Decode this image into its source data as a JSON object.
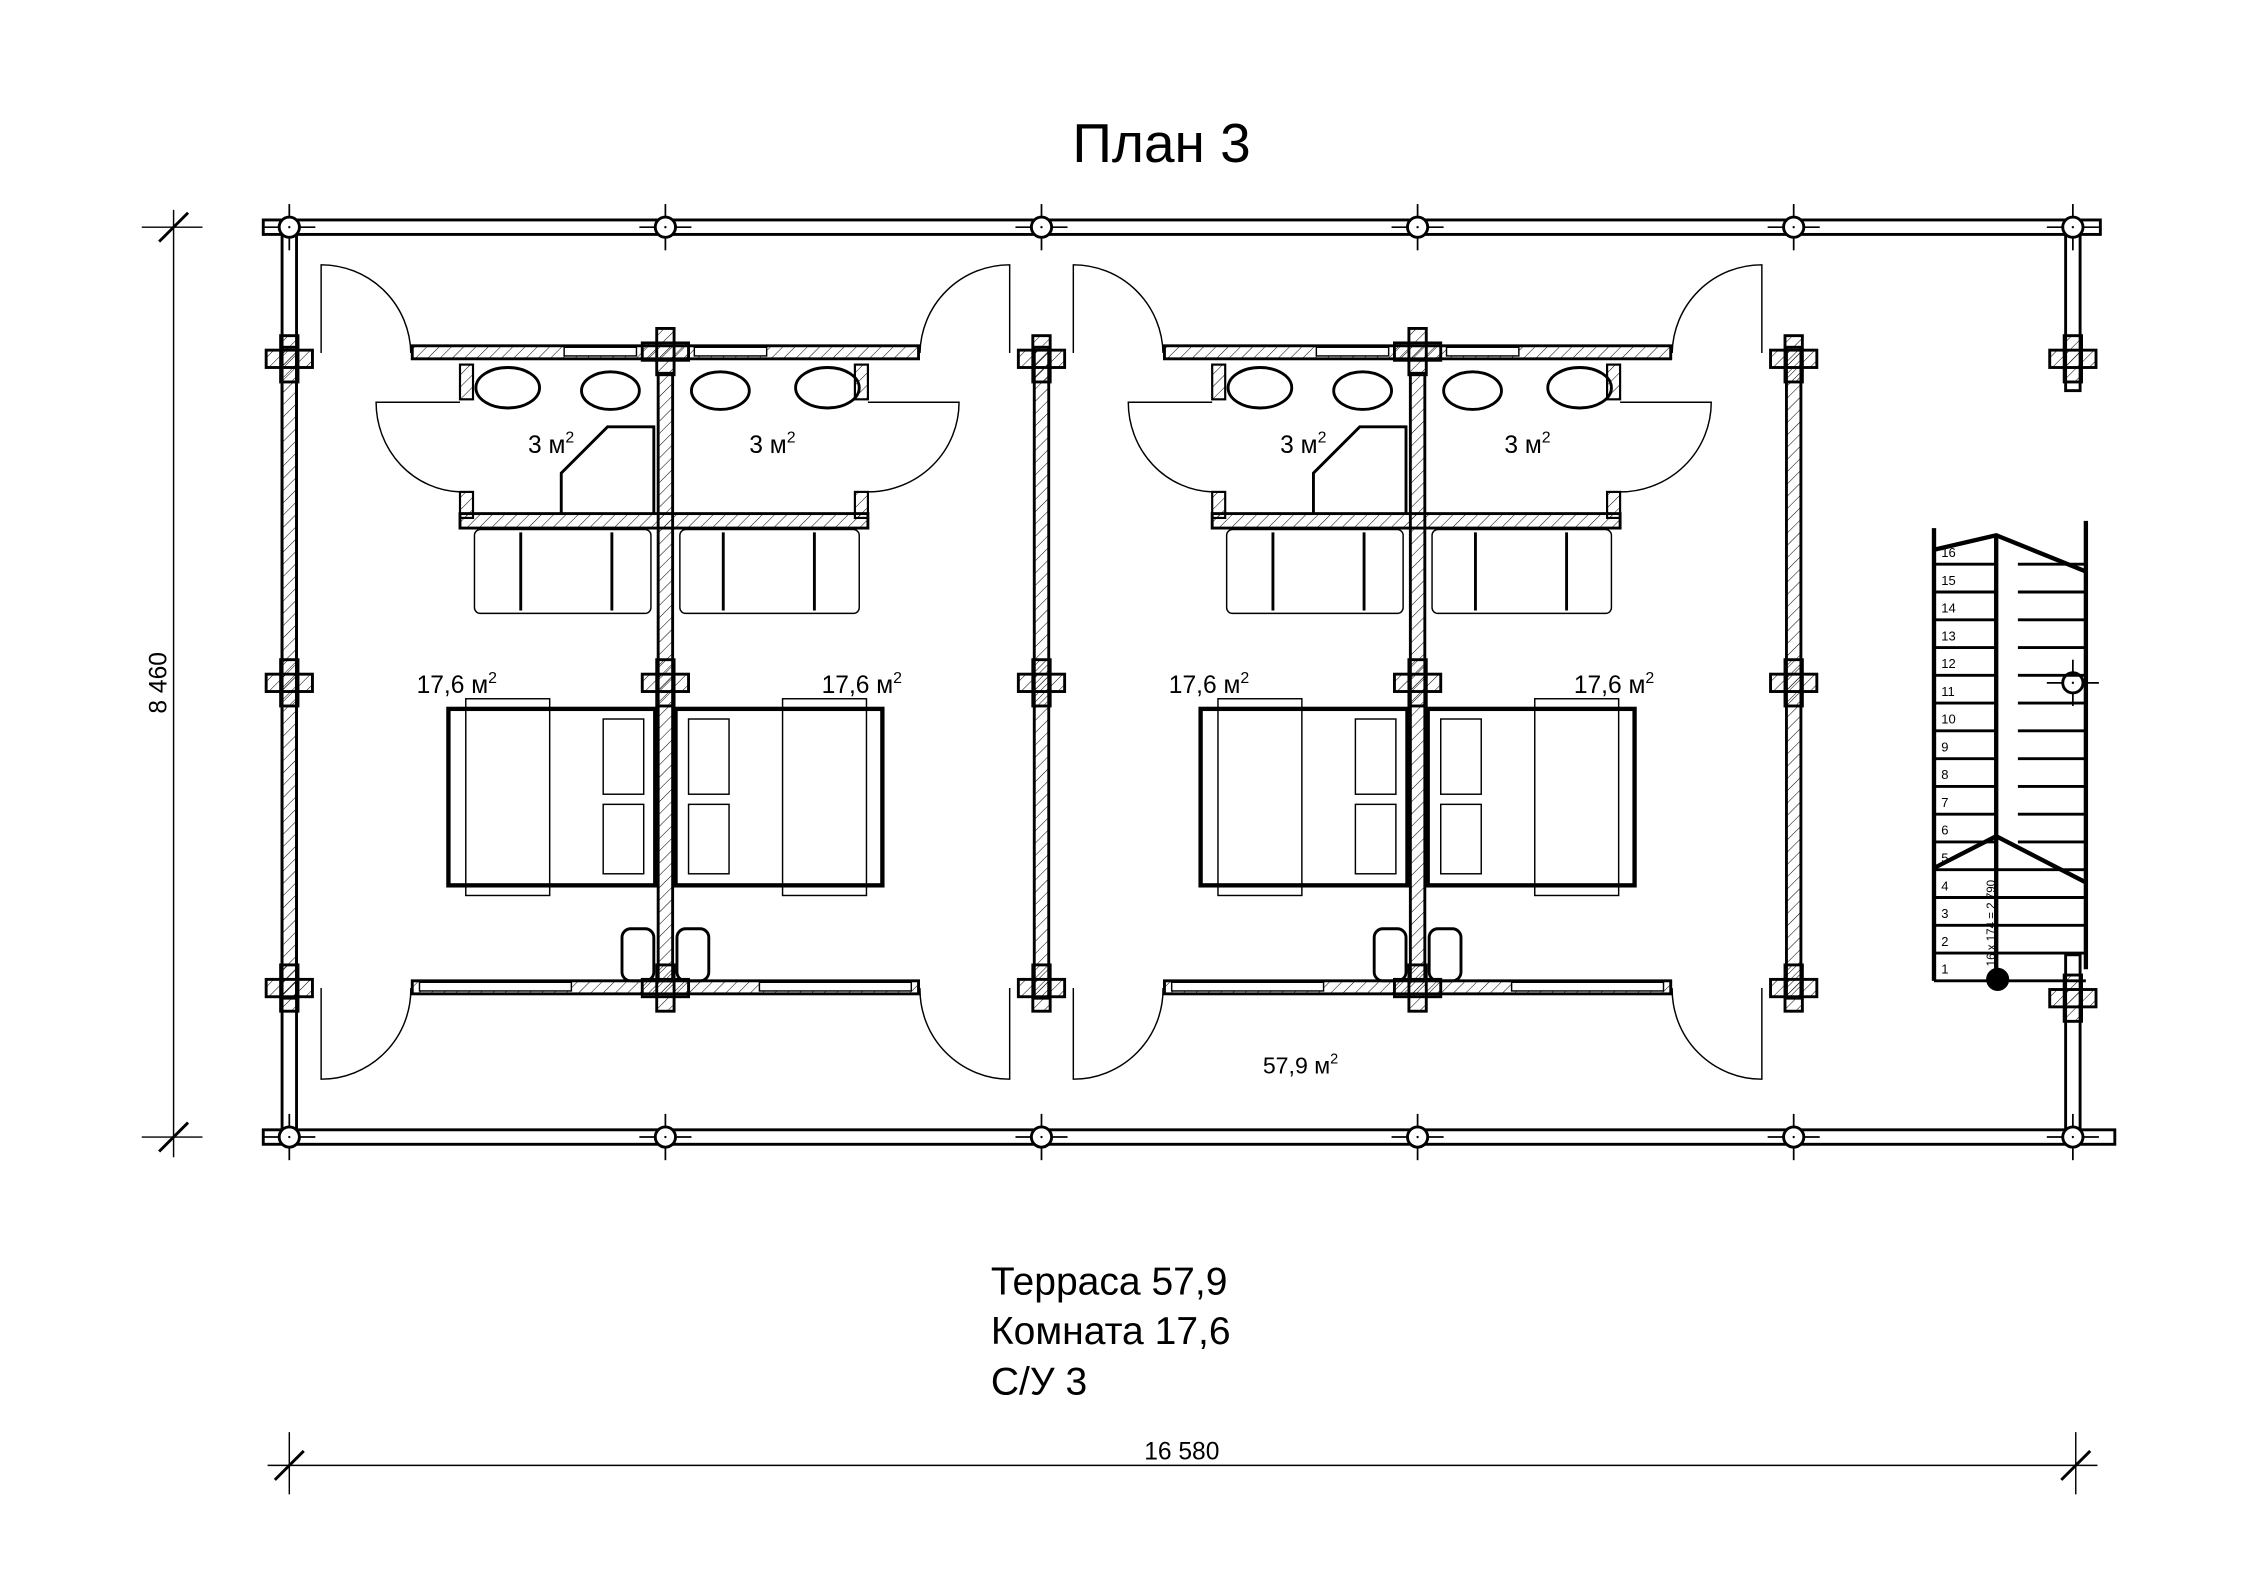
{
  "title": "План 3",
  "areas": {
    "bath": [
      "3 м",
      "3 м",
      "3 м",
      "3 м"
    ],
    "room": [
      "17,6 м",
      "17,6 м",
      "17,6 м",
      "17,6 м"
    ],
    "terrace": "57,9 м",
    "sup": "2"
  },
  "legend": [
    "Терраса 57,9",
    "Комната 17,6",
    "С/У 3"
  ],
  "dimensions": {
    "height": "8 460",
    "width": "16 580"
  },
  "stairs": {
    "label": "16 x 174 = 2 790",
    "steps": [
      "1",
      "2",
      "3",
      "4",
      "5",
      "6",
      "7",
      "8",
      "9",
      "10",
      "11",
      "12",
      "13",
      "14",
      "15",
      "16"
    ]
  }
}
